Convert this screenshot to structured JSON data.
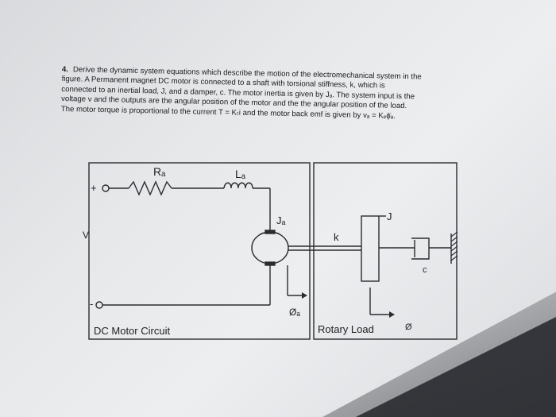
{
  "problem": {
    "number": "4.",
    "lines": [
      "Derive the dynamic system equations which describe the motion of the electromechanical system in the",
      "figure.  A Permanent magnet DC motor is connected to a shaft with torsional stiffness, k, which is",
      "connected to an inertial load, J, and a damper, c.  The motor inertia is given by Jₐ.  The system input is the",
      "voltage v and the outputs are the angular position of the motor and the the angular position of the load.",
      "The motor torque is proportional to the current  T = Kₜi  and the motor back emf is given by  vₐ = Kₑϕ̇ₐ."
    ]
  },
  "circuit": {
    "resistor_label": "Rₐ",
    "inductor_label": "Lₐ",
    "plus_label": "+",
    "voltage_label": "V",
    "minus_label": "-",
    "motor_inertia_label": "Jₐ",
    "motor_angle_label": "Øₐ",
    "box_label": "DC Motor Circuit"
  },
  "load": {
    "stiffness_label": "k",
    "inertia_label": "J",
    "damper_label": "c",
    "load_angle_label": "Ø",
    "box_label": "Rotary Load"
  }
}
